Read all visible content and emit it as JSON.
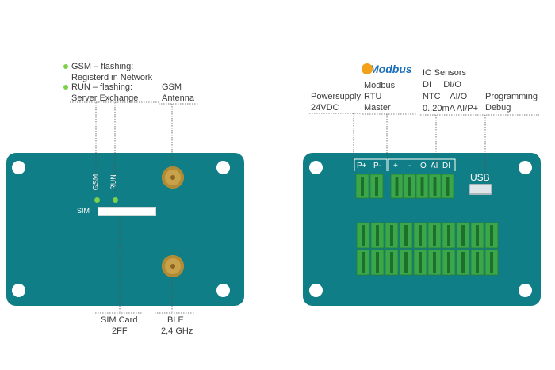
{
  "left_labels": {
    "gsm_status_line1": "GSM – flashing:",
    "gsm_status_line2": "Registerd in Network",
    "run_status_line1": "RUN – flashing:",
    "run_status_line2": "Server Exchange",
    "gsm_antenna_line1": "GSM",
    "gsm_antenna_line2": "Antenna",
    "sim_card_line1": "SIM Card",
    "sim_card_line2": "2FF",
    "ble_line1": "BLE",
    "ble_line2": "2,4 GHz"
  },
  "left_board": {
    "led_gsm": "GSM",
    "led_run": "RUN",
    "sim_label": "SIM"
  },
  "right_labels": {
    "modbus_logo": "Modbus",
    "powersupply_line1": "Powersupply",
    "powersupply_line2": "24VDC",
    "modbus_rtu_line1": "Modbus",
    "modbus_rtu_line2": "RTU",
    "modbus_rtu_line3": "Master",
    "io_line1": "IO Sensors",
    "io_line2": "DI     DI/O",
    "io_line3": "NTC    AI/O",
    "io_line4": "0..20mA AI/P+",
    "prog_line1": "Programming",
    "prog_line2": "Debug"
  },
  "right_board": {
    "pin_p_plus": "P+",
    "pin_p_minus": "P-",
    "pin_plus": "+",
    "pin_minus": "-",
    "pin_gnd": "O",
    "pin_ai": "AI",
    "pin_di": "DI",
    "usb_label": "USB"
  },
  "colors": {
    "board": "#0f7e86",
    "led": "#7cd14a",
    "antenna": "#c8a24a",
    "terminal": "#3aa84a",
    "modbus_text": "#1b6fb8",
    "modbus_sun": "#f4a11a"
  }
}
